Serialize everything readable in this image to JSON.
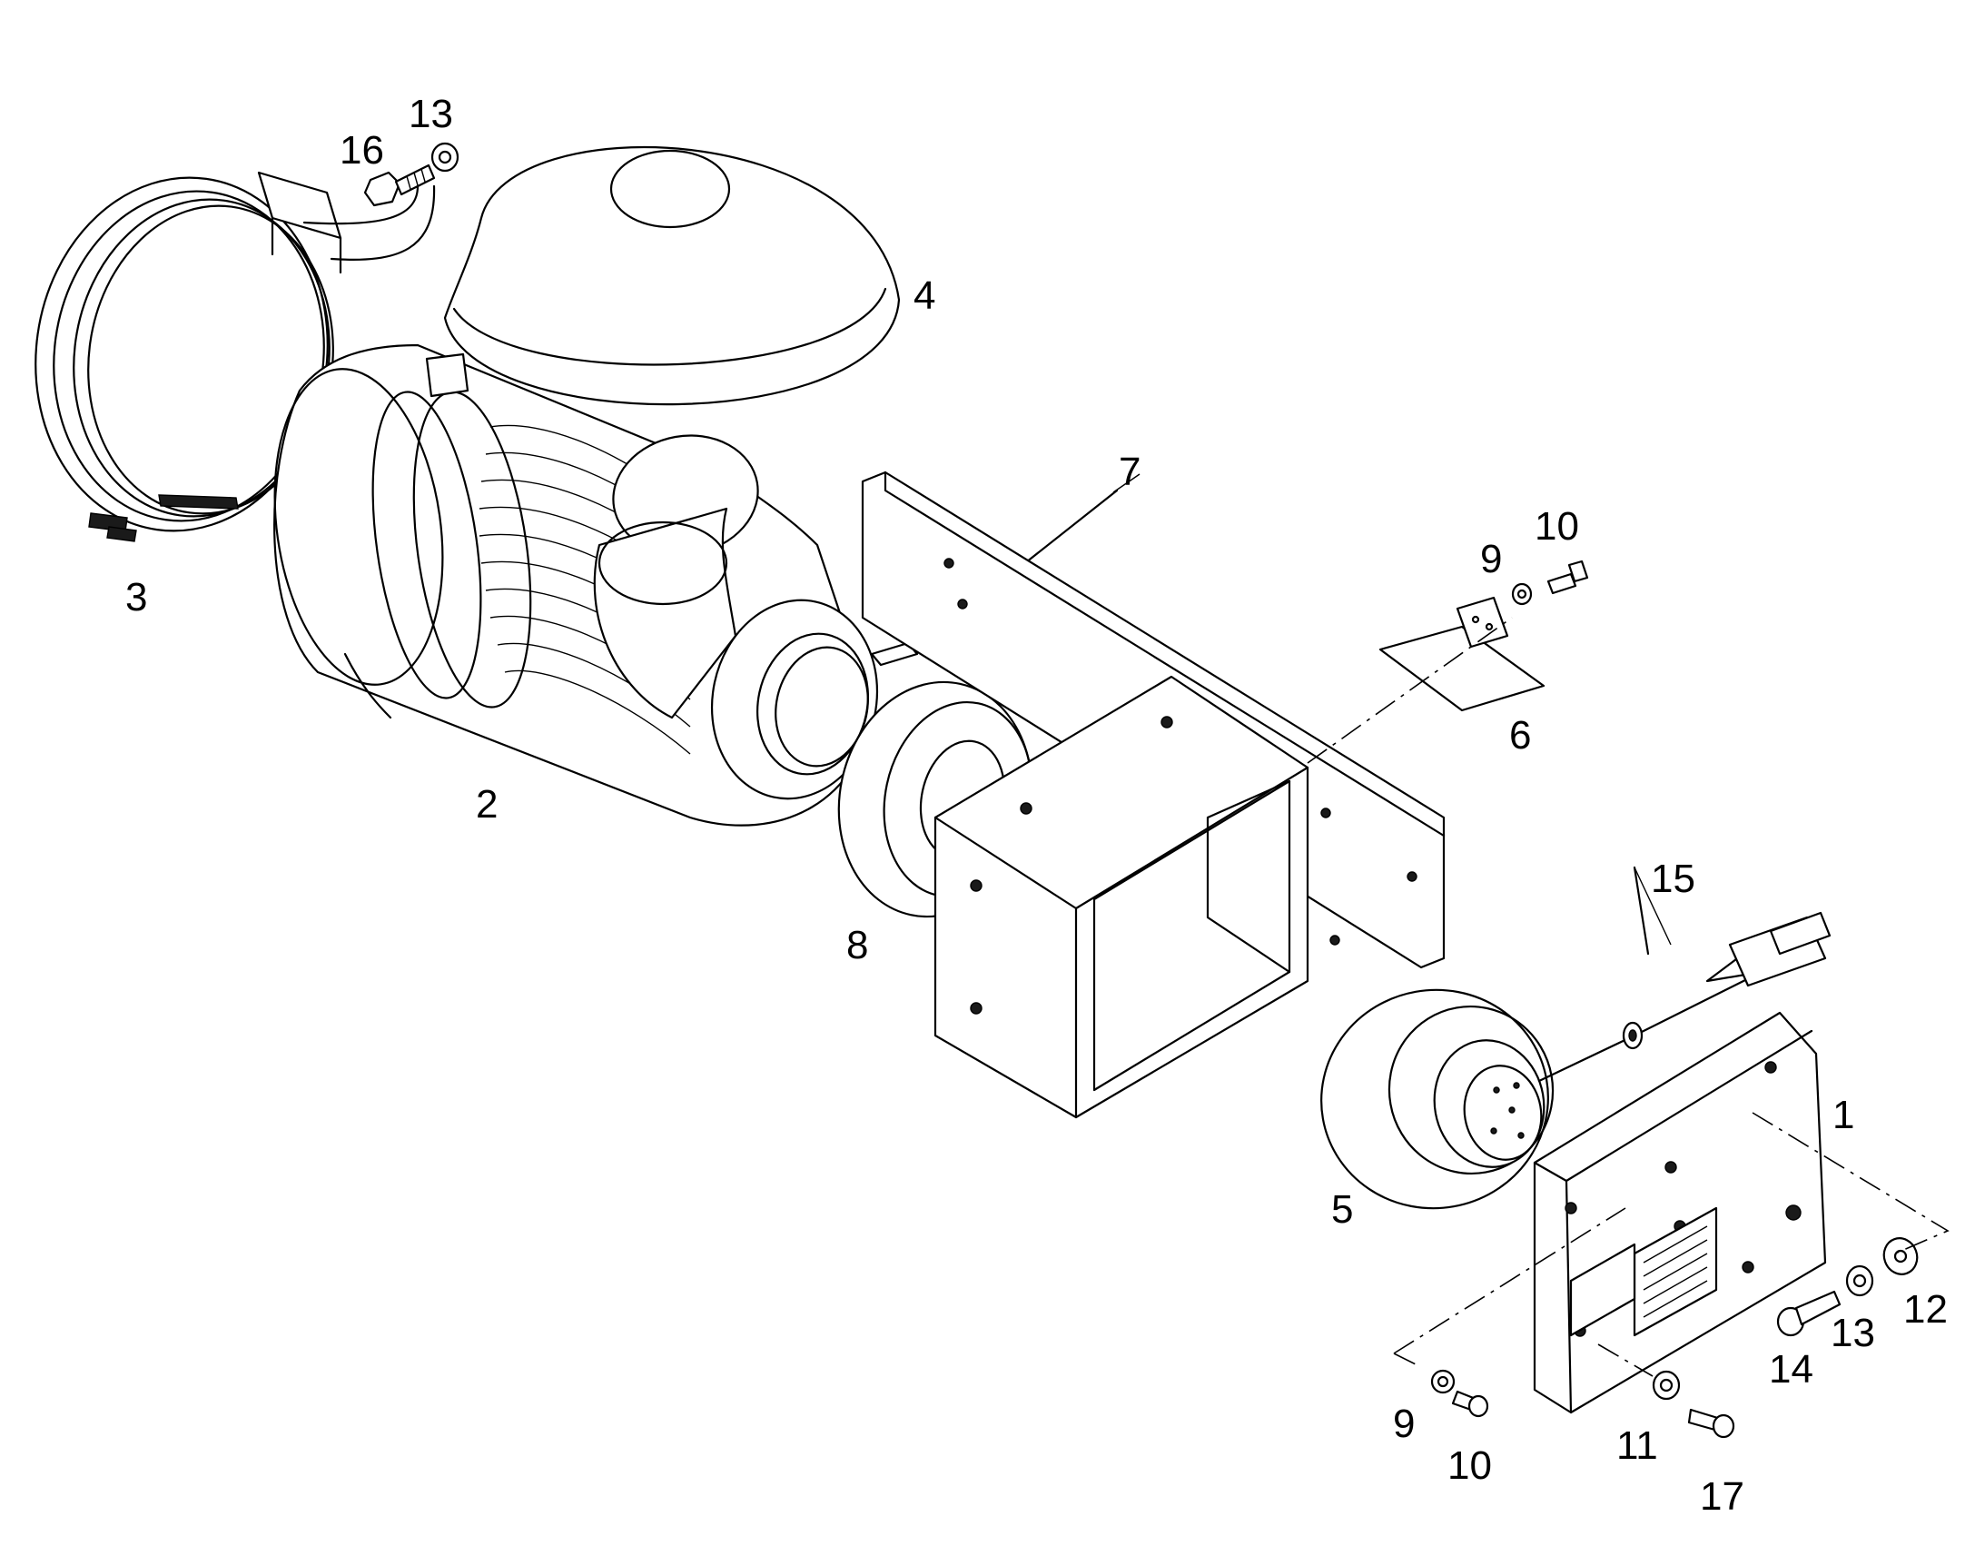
{
  "callouts": [
    {
      "id": "1",
      "label": "1"
    },
    {
      "id": "2",
      "label": "2"
    },
    {
      "id": "3",
      "label": "3"
    },
    {
      "id": "4",
      "label": "4"
    },
    {
      "id": "5",
      "label": "5"
    },
    {
      "id": "6",
      "label": "6"
    },
    {
      "id": "7",
      "label": "7"
    },
    {
      "id": "8",
      "label": "8"
    },
    {
      "id": "9a",
      "label": "9"
    },
    {
      "id": "9b",
      "label": "9"
    },
    {
      "id": "10a",
      "label": "10"
    },
    {
      "id": "10b",
      "label": "10"
    },
    {
      "id": "11",
      "label": "11"
    },
    {
      "id": "12",
      "label": "12"
    },
    {
      "id": "13a",
      "label": "13"
    },
    {
      "id": "13b",
      "label": "13"
    },
    {
      "id": "14",
      "label": "14"
    },
    {
      "id": "15",
      "label": "15"
    },
    {
      "id": "16",
      "label": "16"
    },
    {
      "id": "17",
      "label": "17"
    }
  ],
  "colors": {
    "line": "#000000",
    "background": "#ffffff"
  }
}
